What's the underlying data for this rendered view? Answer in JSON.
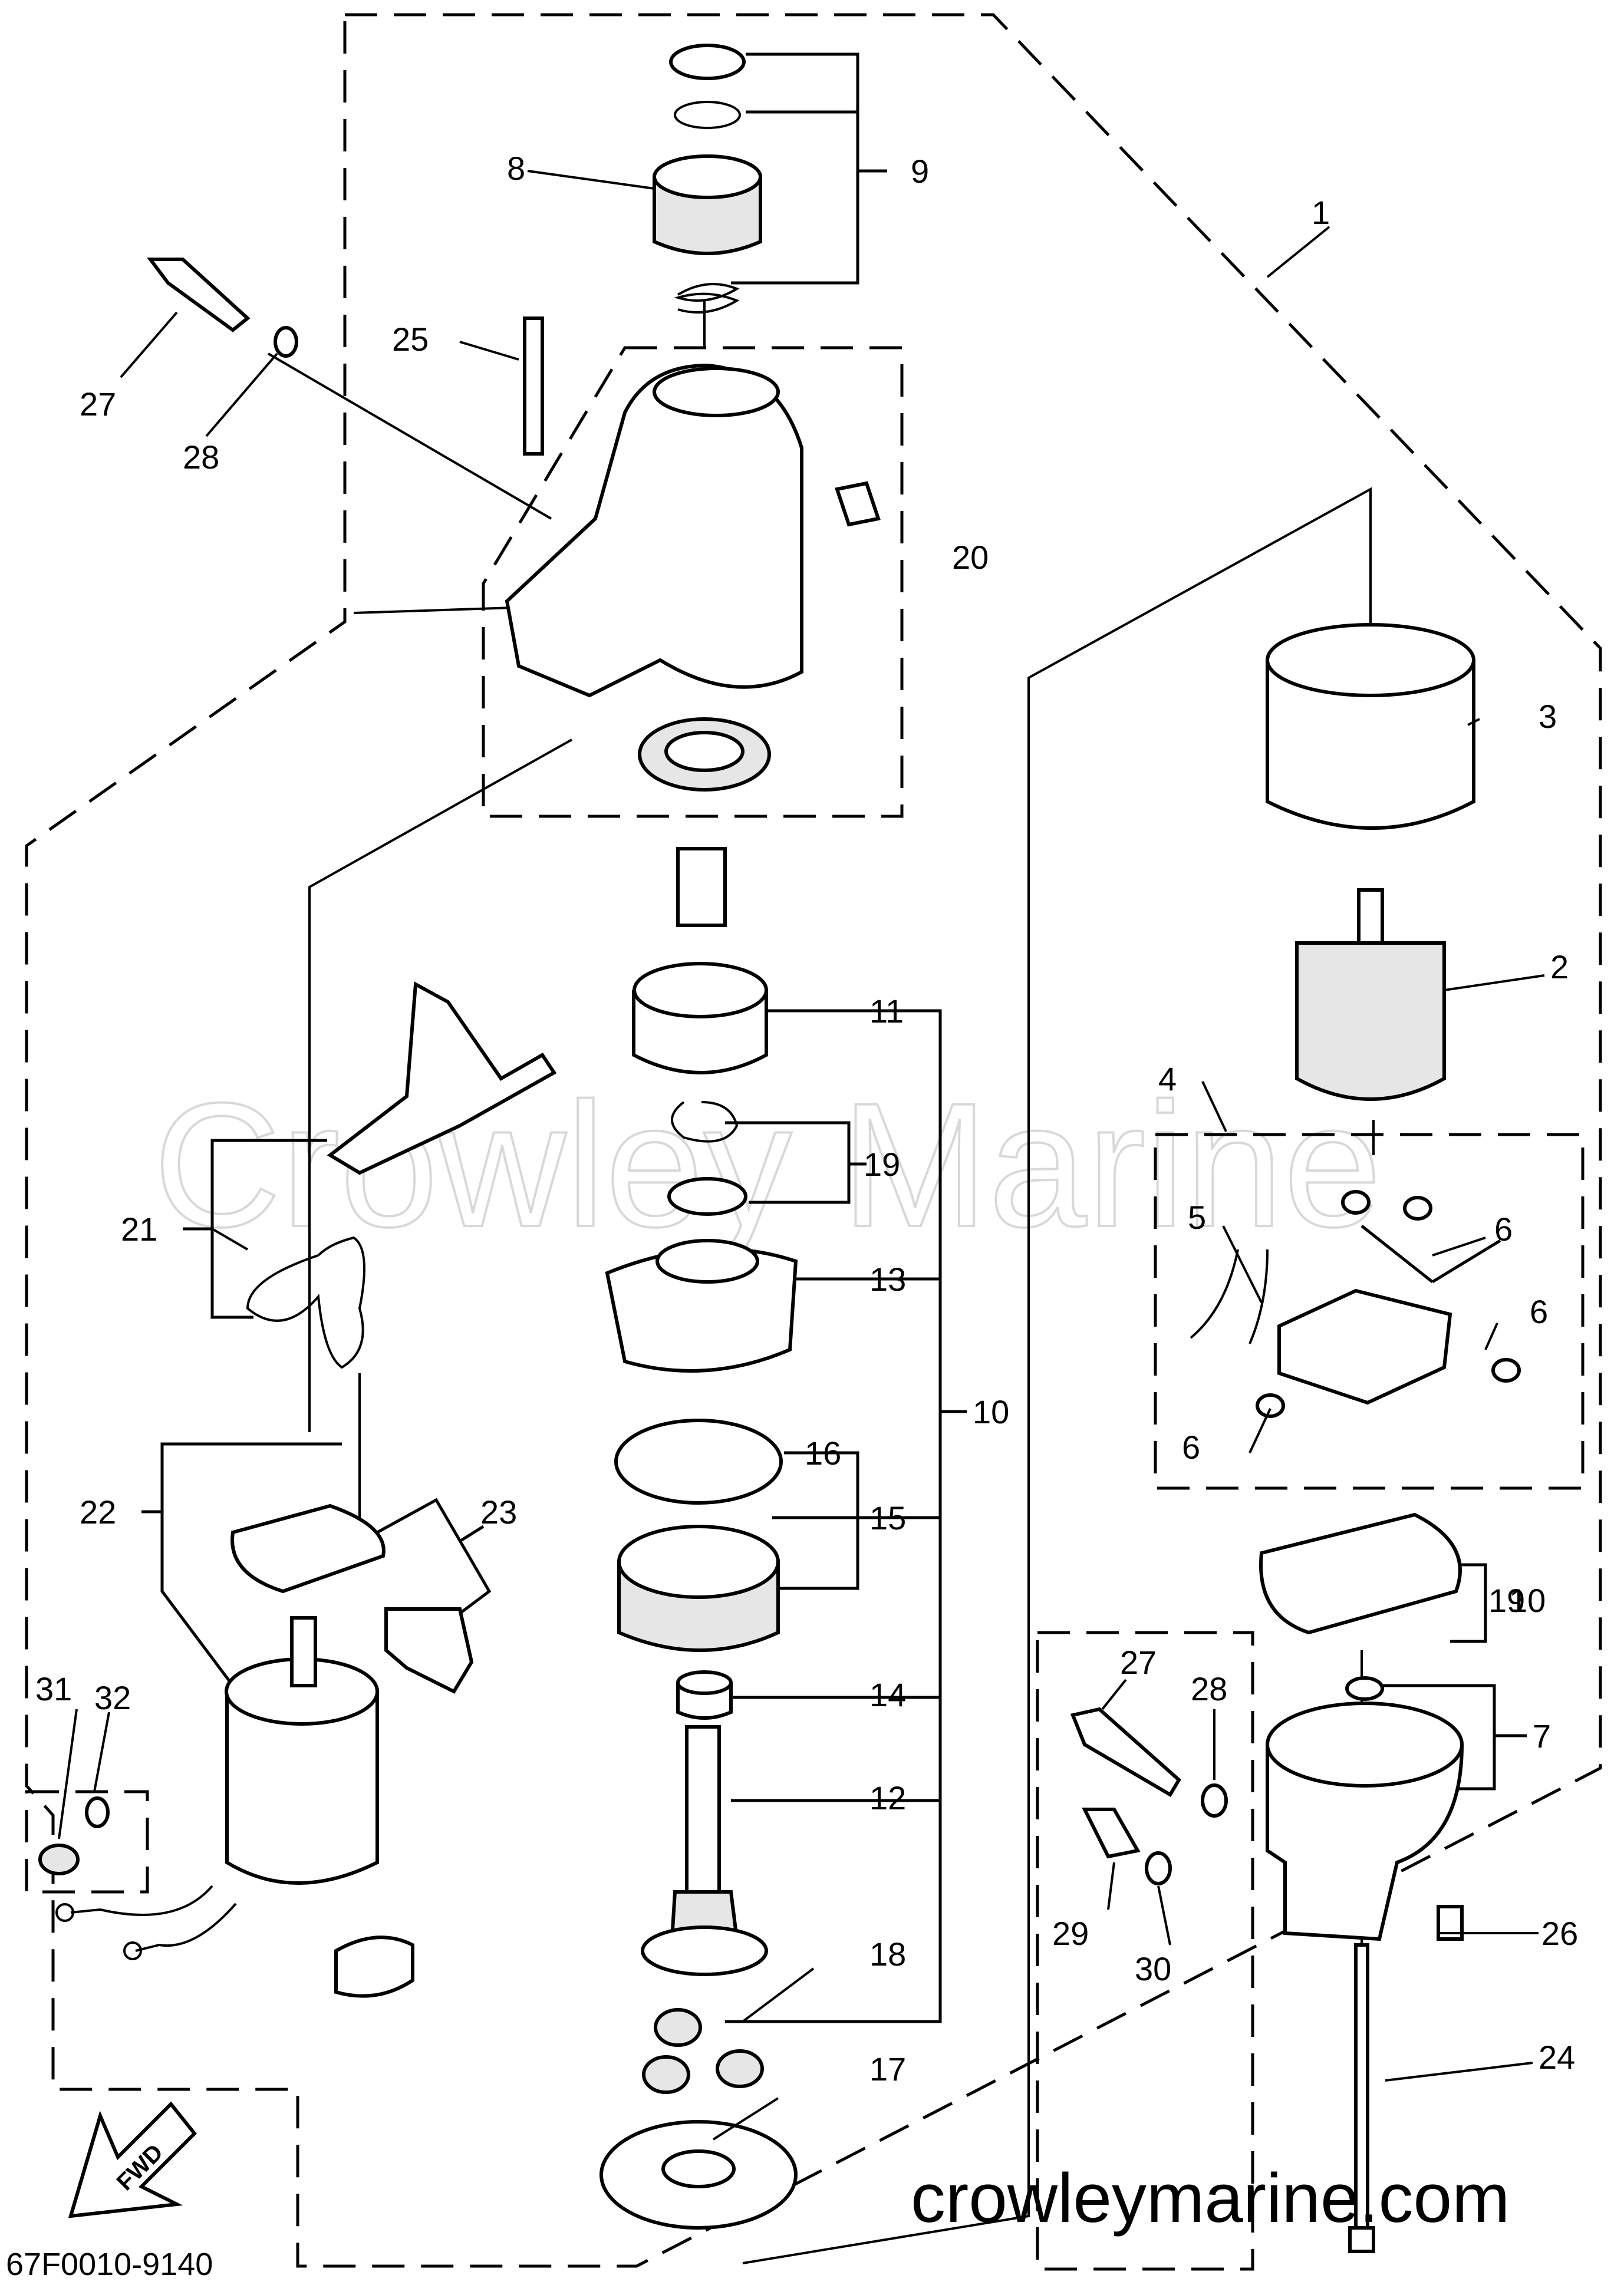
{
  "watermark": "Crowley Marine",
  "website": "crowleymarine.com",
  "diagram_code": "67F0010-9140",
  "direction_label": "FWD",
  "callouts": {
    "c1": "1",
    "c2": "2",
    "c3": "3",
    "c4": "4",
    "c5": "5",
    "c6a": "6",
    "c6b": "6",
    "c6c": "6",
    "c7": "7",
    "c8": "8",
    "c9": "9",
    "c10a": "10",
    "c10b": "10",
    "c11": "11",
    "c12": "12",
    "c13": "13",
    "c14": "14",
    "c15": "15",
    "c16": "16",
    "c17": "17",
    "c18": "18",
    "c19a": "19",
    "c19b": "19",
    "c20": "20",
    "c21": "21",
    "c22": "22",
    "c23": "23",
    "c24": "24",
    "c25": "25",
    "c26": "26",
    "c27a": "27",
    "c27b": "27",
    "c28a": "28",
    "c28b": "28",
    "c29": "29",
    "c30": "30",
    "c31": "31",
    "c32": "32"
  }
}
